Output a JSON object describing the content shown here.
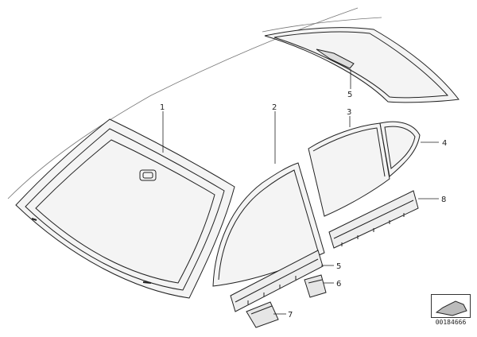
{
  "diagram_id": "00184666",
  "callouts": [
    {
      "id": "1",
      "label": "1"
    },
    {
      "id": "2",
      "label": "2"
    },
    {
      "id": "3",
      "label": "3"
    },
    {
      "id": "4",
      "label": "4"
    },
    {
      "id": "5-rear",
      "label": "5"
    },
    {
      "id": "5-mid",
      "label": "5"
    },
    {
      "id": "6",
      "label": "6"
    },
    {
      "id": "7",
      "label": "7"
    },
    {
      "id": "8",
      "label": "8"
    }
  ],
  "colors": {
    "line": "#222222",
    "glass_tint": "#f4f4f4",
    "shade": "#bbbbbb"
  }
}
